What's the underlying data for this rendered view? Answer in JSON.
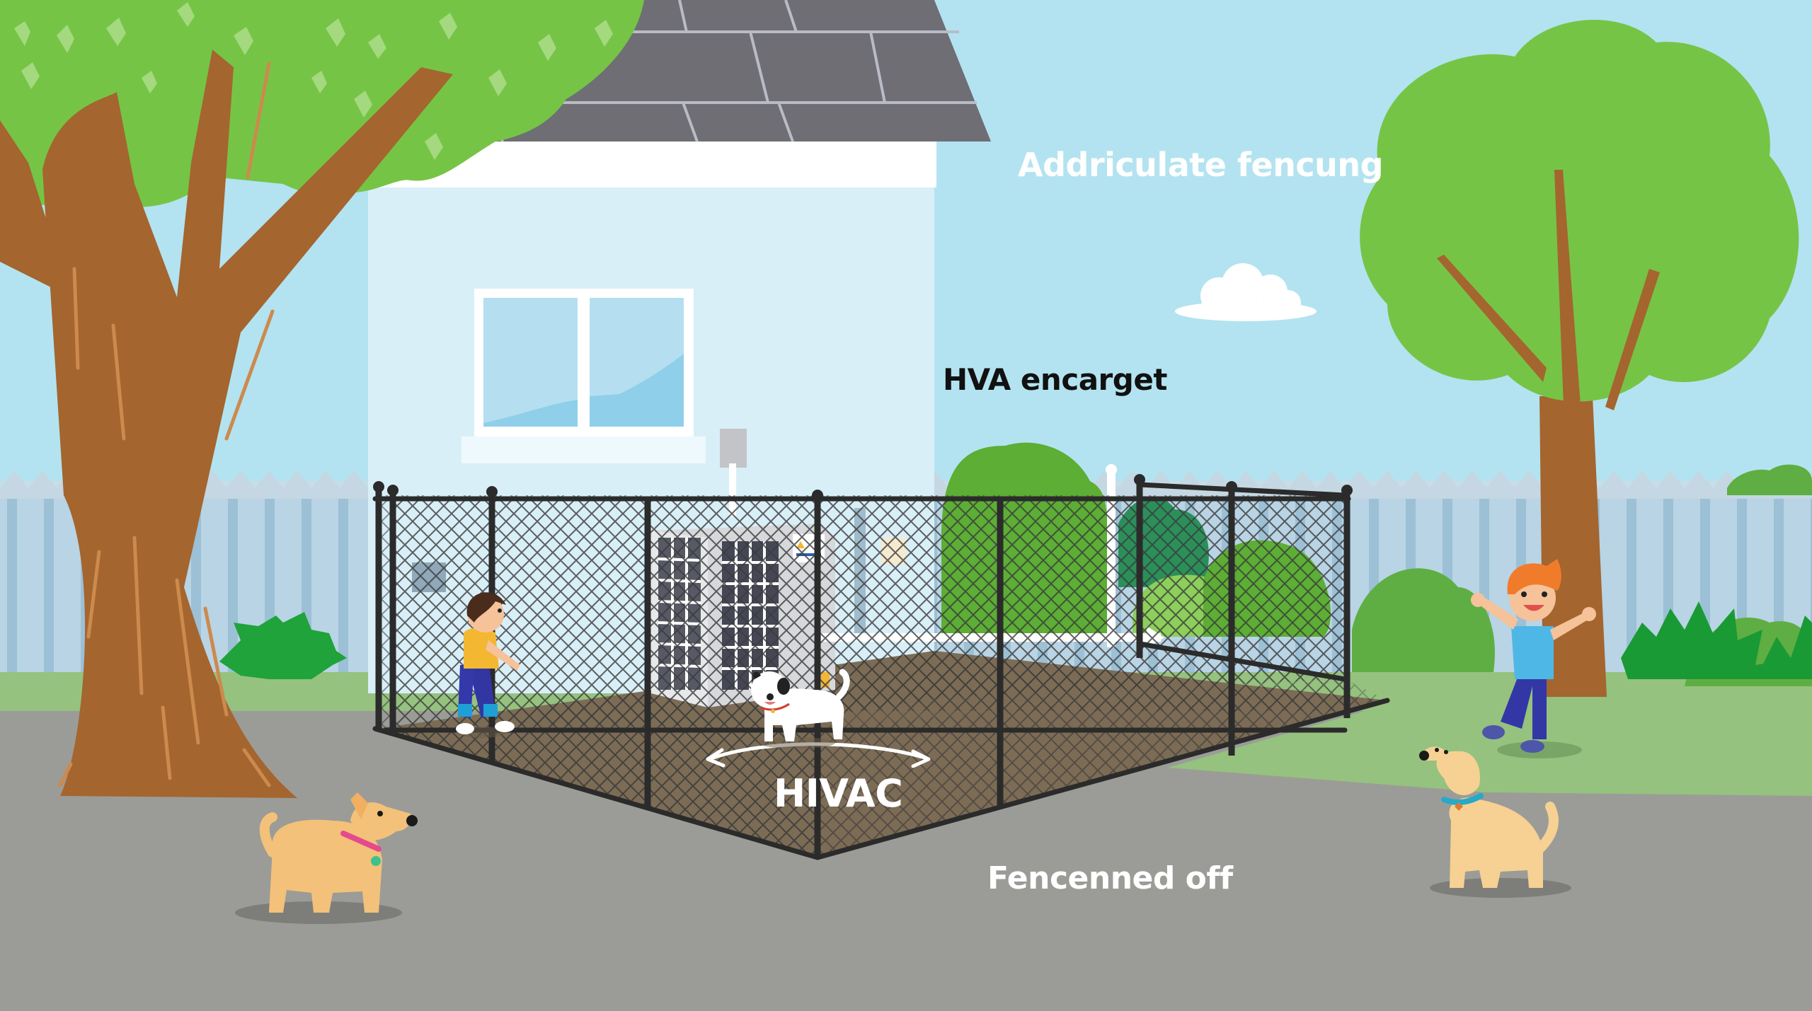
{
  "labels": {
    "top_right": "Addriculate fencung",
    "hvac_target": "HVA encarget",
    "hvac_unit": "HIVAC",
    "fenced_area": "Fencenned off"
  },
  "scene": {
    "description": "Cartoon backyard: house with HVAC unit enclosed by a chain-link fence, children and dogs outside",
    "elements": [
      "house",
      "roof",
      "window",
      "hvac-unit",
      "chain-link-fence",
      "gate",
      "left-tree",
      "right-tree",
      "cloud",
      "backyard-fence",
      "bushes",
      "child-inside-fence",
      "child-waving",
      "white-dog",
      "left-dog",
      "right-dog"
    ]
  },
  "colors": {
    "sky": "#b3e3f0",
    "roof": "#6e6e74",
    "house_wall": "#d9eff8",
    "house_trim": "#ffffff",
    "foliage": "#74c442",
    "foliage_light": "#a9dc86",
    "trunk": "#a4652f",
    "fence_post": "#2b2b2b",
    "enclosure_ground": "#7d6c55",
    "pavement": "#9b9c97",
    "lawn": "#95c27e",
    "back_fence": "#b2cfe0",
    "shrub": "#1fa33a",
    "dog_tan": "#f3c179",
    "shirt_blue": "#4fb7e6",
    "pants_navy": "#3337a6"
  }
}
